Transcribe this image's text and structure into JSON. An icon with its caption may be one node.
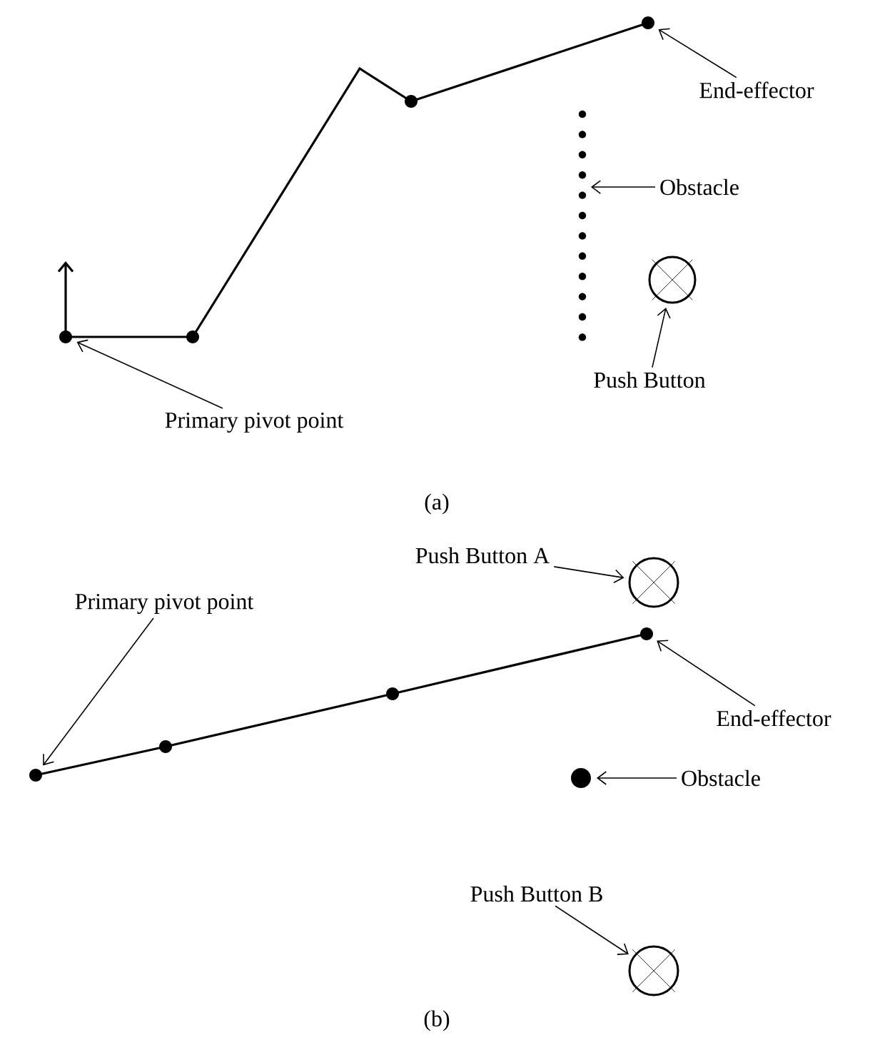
{
  "diagram": {
    "nodes": [
      {
        "text": [
          "End-effector"
        ]
      },
      {
        "text": [
          "Obstacle"
        ]
      },
      {
        "text": [
          "Push Button"
        ]
      },
      {
        "text": [
          "Primary pivot point"
        ]
      },
      {
        "text": [],
        "shape": "dot"
      },
      {
        "text": [],
        "shape": "line"
      },
      {
        "text": [],
        "shape": "circle"
      },
      {
        "text": [],
        "shape": "dot"
      },
      {
        "text": [
          "Push Button A"
        ]
      },
      {
        "text": [
          "Primary pivot point"
        ]
      },
      {
        "text": [
          "End-effector"
        ]
      },
      {
        "text": [
          "Obstacle"
        ]
      },
      {
        "text": [
          "Push Button B"
        ]
      },
      {
        "text": [],
        "shape": "circle"
      },
      {
        "text": [],
        "shape": "dot"
      },
      {
        "text": [],
        "shape": "dot"
      },
      {
        "text": [],
        "shape": "dot"
      },
      {
        "text": [],
        "shape": "circle"
      }
    ],
    "edges": [
      {
        "from": 0,
        "to": 4,
        "arrow": "to"
      },
      {
        "from": 1,
        "to": 5,
        "arrow": "to"
      },
      {
        "from": 2,
        "to": 6,
        "arrow": "to"
      },
      {
        "from": 3,
        "to": 7,
        "arrow": "to"
      },
      {
        "from": 8,
        "to": 13,
        "arrow": "to"
      },
      {
        "from": 9,
        "to": 16,
        "arrow": "to"
      },
      {
        "from": 10,
        "to": 14,
        "arrow": "to"
      },
      {
        "from": 11,
        "to": 15,
        "arrow": "to"
      },
      {
        "from": 12,
        "to": 17,
        "arrow": "to"
      }
    ],
    "labels": [
      "(a)",
      "(b)"
    ]
  }
}
